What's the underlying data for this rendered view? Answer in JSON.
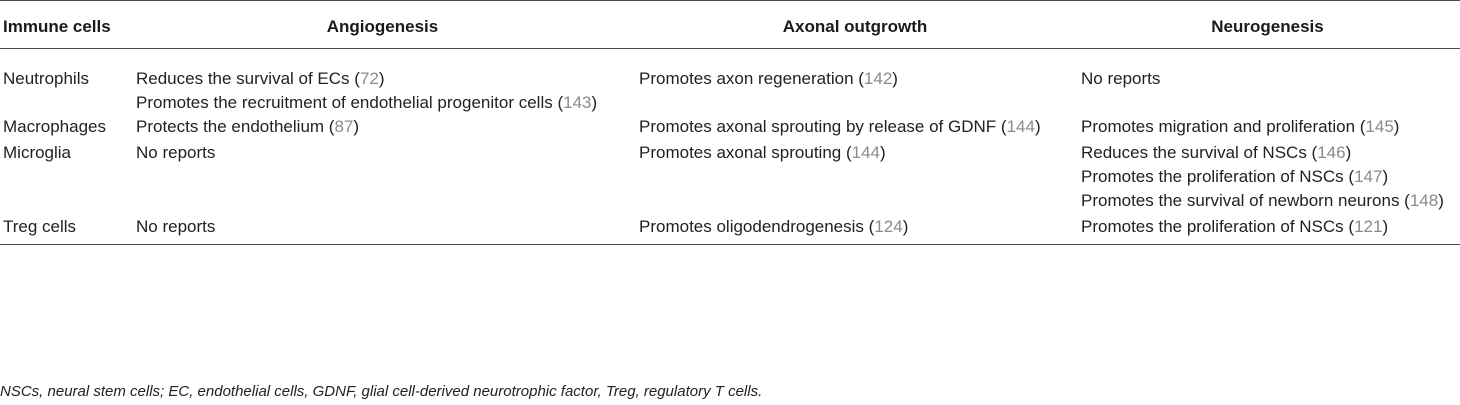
{
  "table": {
    "headers": [
      "Immune cells",
      "Angiogenesis",
      "Axonal outgrowth",
      "Neurogenesis"
    ],
    "rows": [
      {
        "cell": "Neutrophils",
        "angiogenesis": [
          {
            "text": "Reduces the survival of ECs",
            "ref": "72"
          },
          {
            "text": "Promotes the recruitment of endothelial progenitor cells",
            "ref": "143"
          }
        ],
        "axonal": [
          {
            "text": "Promotes axon regeneration",
            "ref": "142"
          }
        ],
        "neurogenesis": [
          {
            "text": "No reports",
            "ref": ""
          }
        ]
      },
      {
        "cell": "Macrophages",
        "angiogenesis": [
          {
            "text": "Protects the endothelium",
            "ref": "87"
          }
        ],
        "axonal": [
          {
            "text": "Promotes axonal sprouting by release of GDNF",
            "ref": "144"
          }
        ],
        "neurogenesis": [
          {
            "text": "Promotes migration and proliferation",
            "ref": "145"
          }
        ]
      },
      {
        "cell": "Microglia",
        "angiogenesis": [
          {
            "text": "No reports",
            "ref": ""
          }
        ],
        "axonal": [
          {
            "text": "Promotes axonal sprouting",
            "ref": "144"
          }
        ],
        "neurogenesis": [
          {
            "text": "Reduces the survival of NSCs",
            "ref": "146"
          },
          {
            "text": "Promotes the proliferation of NSCs",
            "ref": "147"
          },
          {
            "text": "Promotes the survival of newborn neurons",
            "ref": "148"
          }
        ]
      },
      {
        "cell": "Treg cells",
        "angiogenesis": [
          {
            "text": "No reports",
            "ref": ""
          }
        ],
        "axonal": [
          {
            "text": "Promotes oligodendrogenesis",
            "ref": "124"
          }
        ],
        "neurogenesis": [
          {
            "text": "Promotes the proliferation of NSCs",
            "ref": "121"
          }
        ]
      }
    ]
  },
  "footnote": "NSCs, neural stem cells; EC, endothelial cells, GDNF, glial cell-derived neurotrophic factor, Treg, regulatory T cells."
}
